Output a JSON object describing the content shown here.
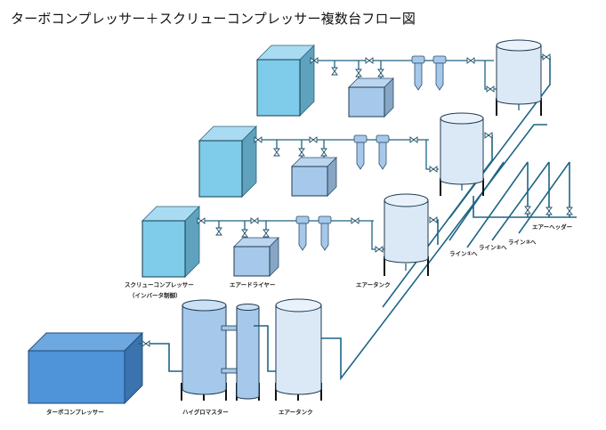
{
  "title": "ターボコンプレッサー＋スクリューコンプレッサー複数台フロー図",
  "colors": {
    "pipe": "#1d6585",
    "screw_compressor_front": "#7ecbea",
    "screw_compressor_top": "#a9dcf2",
    "screw_compressor_side": "#5fa2bd",
    "dryer_front": "#a6c8ea",
    "tank_body": "#dbe9f6",
    "hygromaster_body": "#a6c8ea",
    "turbo_front": "#4f93d9",
    "turbo_top": "#6ea8e0",
    "turbo_side": "#3a73ad"
  },
  "labels": {
    "screw_compressor": "スクリューコンプレッサー",
    "screw_compressor_note": "（インバータ制御）",
    "air_dryer": "エアードライヤー",
    "air_tank_row3": "エアータンク",
    "air_header": "エアーヘッダー",
    "line1": "ライン①へ",
    "line2": "ライン②へ",
    "line3": "ライン③へ",
    "turbo_compressor": "ターボコンプレッサー",
    "hygromaster": "ハイグロマスター",
    "air_tank_bottom": "エアータンク"
  },
  "units": [
    {
      "name": "screw-unit-1",
      "components": [
        "screw-compressor",
        "air-dryer",
        "line-filter-1",
        "line-filter-2",
        "air-tank"
      ]
    },
    {
      "name": "screw-unit-2",
      "components": [
        "screw-compressor",
        "air-dryer",
        "line-filter-1",
        "line-filter-2",
        "air-tank"
      ]
    },
    {
      "name": "screw-unit-3",
      "components": [
        "screw-compressor",
        "air-dryer",
        "line-filter-1",
        "line-filter-2",
        "air-tank"
      ]
    },
    {
      "name": "turbo-unit",
      "components": [
        "turbo-compressor",
        "hygromaster",
        "hygromaster-column",
        "air-tank"
      ]
    }
  ],
  "header_branches": 3
}
